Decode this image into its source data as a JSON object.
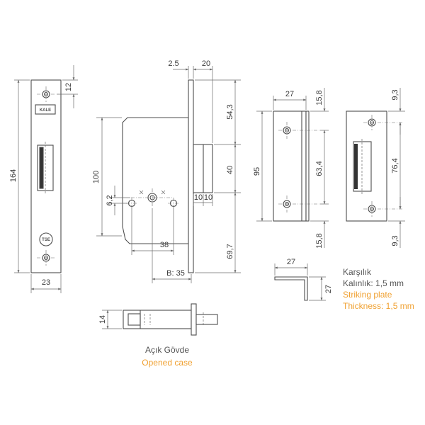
{
  "dimensions": {
    "front_height": "164",
    "front_top": "12",
    "front_width": "23",
    "top_25": "2.5",
    "top_20": "20",
    "case_height": "100",
    "d_6_2": "6,2",
    "d_38": "38",
    "backset": "B: 35",
    "bolt_10a": "10",
    "bolt_10b": "10",
    "r_54_3": "54,3",
    "r_40": "40",
    "r_95": "95",
    "r_69_7": "69,7",
    "sp_27": "27",
    "sp_15_8_top": "15,8",
    "sp_63_4": "63,4",
    "sp_15_8_bottom": "15,8",
    "fp_9_3_top": "9,3",
    "fp_76_4": "76,4",
    "fp_9_3_bottom": "9,3",
    "l_27_w": "27",
    "l_27_h": "27",
    "side_14": "14"
  },
  "labels": {
    "karsilik": "Karşılık",
    "kalinlik": "Kalınlık: 1,5 mm",
    "striking_plate": "Striking plate",
    "thickness": "Thickness: 1,5 mm",
    "acik_govde": "Açık Gövde",
    "opened_case": "Opened case",
    "logo_top": "KALE",
    "logo_bottom": "TSE"
  },
  "colors": {
    "line": "#4d4d4d",
    "text": "#3a3a3a",
    "caption_tr": "#555555",
    "caption_en": "#f0a030"
  }
}
